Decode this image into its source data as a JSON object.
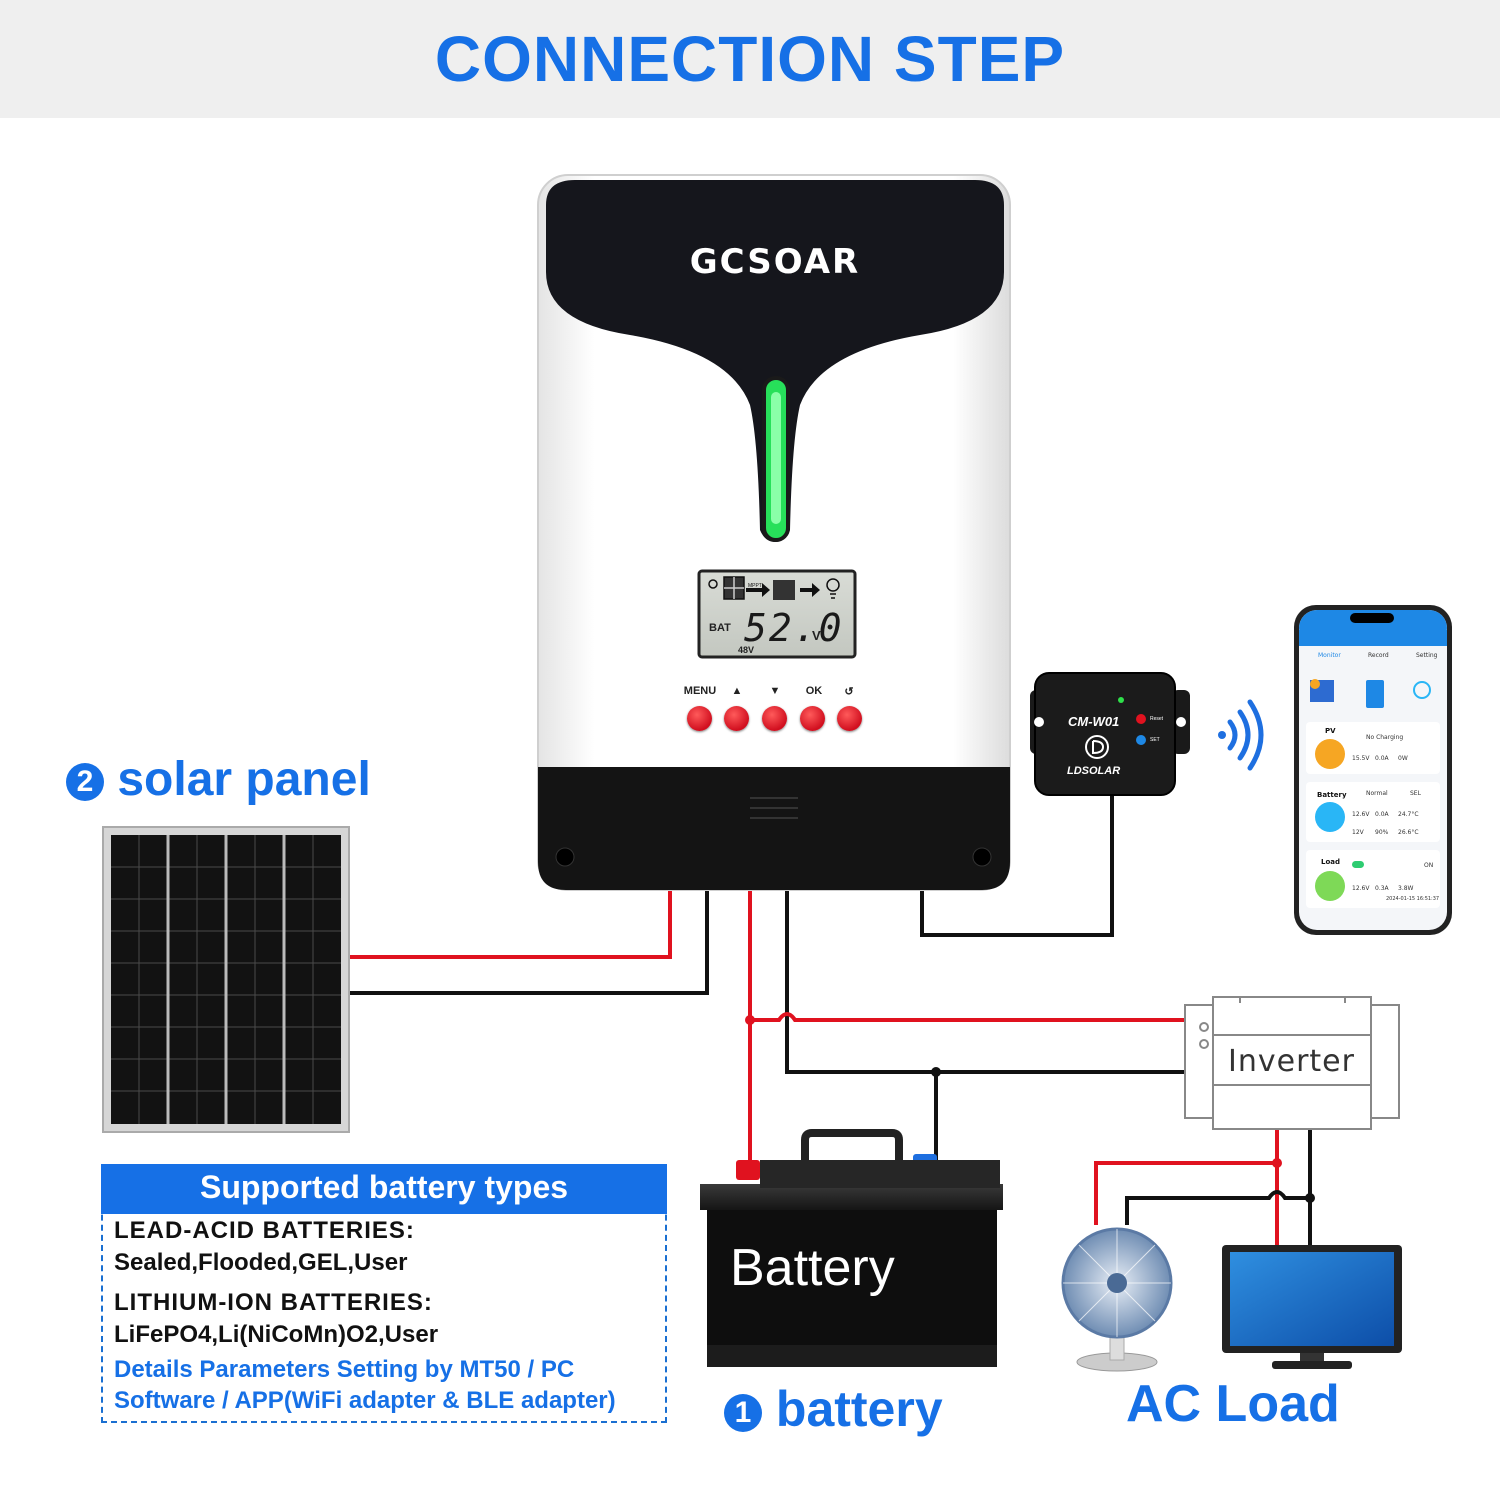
{
  "header": {
    "title": "CONNECTION STEP"
  },
  "controller": {
    "brand": "GCSOAR",
    "lcd": {
      "label": "BAT",
      "value": "52.0",
      "unit": "V",
      "sub": "48V",
      "mppt": "MPPT"
    },
    "buttons": [
      {
        "label": "MENU"
      },
      {
        "label": "▲"
      },
      {
        "label": "▼"
      },
      {
        "label": "OK"
      },
      {
        "label": "↺"
      }
    ]
  },
  "wifi_module": {
    "model": "CM-W01",
    "brand": "LDSOLAR",
    "reset_label": "Reset",
    "set_label": "SET"
  },
  "phone_app": {
    "tabs": [
      "Monitor",
      "Record",
      "Setting"
    ],
    "pv": {
      "title": "PV",
      "stat": "No Charging",
      "values": [
        "15.5V",
        "0.0A",
        "0W"
      ]
    },
    "battery": {
      "title": "Battery",
      "stat": "Normal",
      "type": "SEL",
      "values": [
        "12.6V",
        "0.0A",
        "24.7°C"
      ],
      "values2": [
        "12V",
        "90%",
        "26.6°C"
      ]
    },
    "load": {
      "title": "Load",
      "stat": "ON",
      "values": [
        "12.6V",
        "0.3A",
        "3.8W"
      ],
      "time": "2024-01-15 16:51:37"
    }
  },
  "labels": {
    "solar_panel_num": "2",
    "solar_panel": "solar panel",
    "battery_num": "1",
    "battery": "battery",
    "battery_body": "Battery",
    "inverter": "Inverter",
    "ac_load": "AC Load"
  },
  "battery_types": {
    "title": "Supported battery types",
    "lead_acid_title": "LEAD-ACID BATTERIES:",
    "lead_acid_types": "Sealed,Flooded,GEL,User",
    "lithium_title": "LITHIUM-ION BATTERIES:",
    "lithium_types": "LiFePO4,Li(NiCoMn)O2,User",
    "note_line1": "Details Parameters Setting by MT50 / PC",
    "note_line2": "Software / APP(WiFi adapter & BLE adapter)"
  },
  "colors": {
    "accent": "#1670e6",
    "positive_wire": "#e0121f",
    "negative_wire": "#111111",
    "indicator": "#27e05a"
  }
}
